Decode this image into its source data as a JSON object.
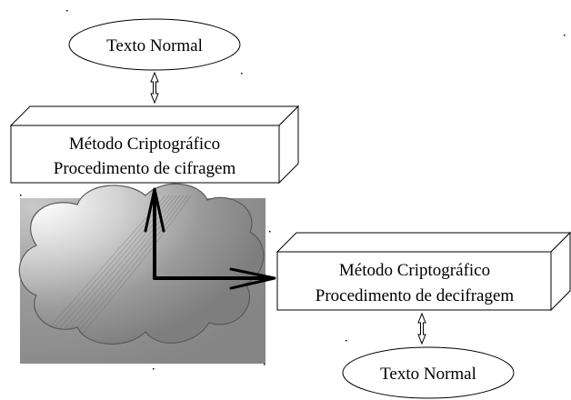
{
  "top_ellipse": {
    "label": "Texto Normal"
  },
  "box_encrypt": {
    "line1": "Método Criptográfico",
    "line2": "Procedimento de cifragem"
  },
  "box_decrypt": {
    "line1": "Método Criptográfico",
    "line2": "Procedimento de decifragem"
  },
  "bottom_ellipse": {
    "label": "Texto Normal"
  },
  "colors": {
    "stroke": "#000000",
    "fill": "#ffffff",
    "cloud_background": "#8c8c8c",
    "cloud_light": "#ffffff",
    "cloud_dark": "#6e6e6e"
  },
  "icons": {
    "vertical_link": "double-arrow-icon",
    "data_flow": "l-shaped-arrow-icon",
    "network": "cloud-icon"
  }
}
